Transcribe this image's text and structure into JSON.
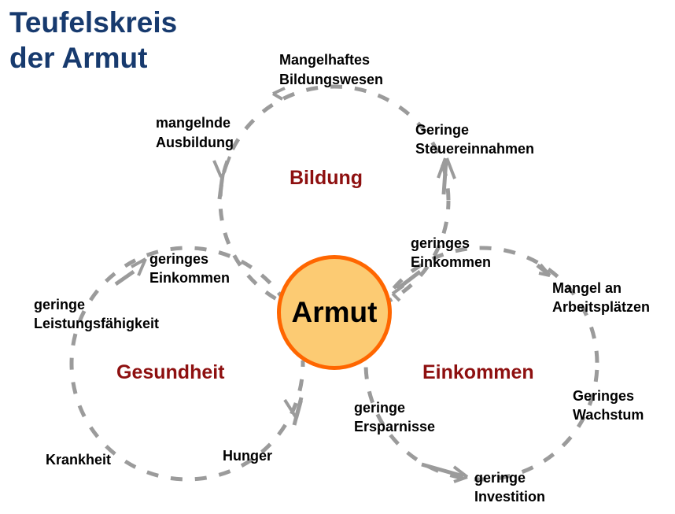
{
  "title": "Teufelskreis\nder Armut",
  "center": {
    "label": "Armut"
  },
  "circles": {
    "bildung": {
      "label": "Bildung"
    },
    "gesundheit": {
      "label": "Gesundheit"
    },
    "einkommen": {
      "label": "Einkommen"
    }
  },
  "labels": {
    "mangelhaftes_bildungswesen": "Mangelhaftes\nBildungswesen",
    "mangelnde_ausbildung": "mangelnde\nAusbildung",
    "geringe_steuereinnahmen": "Geringe\nSteuereinnahmen",
    "geringes_einkommen_links": "geringes\nEinkommen",
    "geringe_leistungsfaehigkeit": "geringe\nLeistungsfähigkeit",
    "geringes_einkommen_rechts": "geringes\nEinkommen",
    "mangel_an_arbeitsplaetzen": "Mangel an\nArbeitsplätzen",
    "geringe_ersparnisse": "geringe\nErsparnisse",
    "krankheit": "Krankheit",
    "hunger": "Hunger",
    "geringes_wachstum": "Geringes\nWachstum",
    "geringe_investition": "geringe\nInvestition"
  },
  "colors": {
    "navy": "#173A6E",
    "dark_red": "#8E1010",
    "orange_border": "#FF6600",
    "orange_fill": "#FCCB73",
    "gray": "#9B9B9B"
  }
}
